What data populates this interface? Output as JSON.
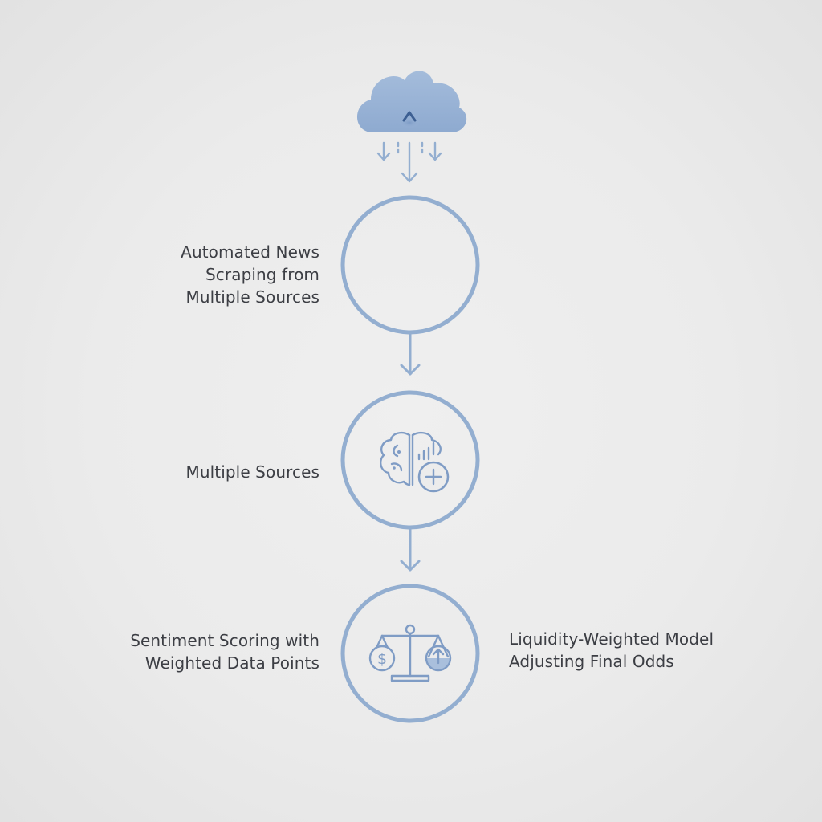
{
  "diagram": {
    "colors": {
      "background": "#ebebeb",
      "accent": "#93aed0",
      "accent_dark": "#5a7aa8",
      "text": "#3c3e44"
    },
    "nodes": [
      {
        "id": "cloud-source",
        "icon": "cloud-upload-icon"
      },
      {
        "id": "step-1",
        "icon": "",
        "label": "Automated News\nScraping from\nMultiple Sources"
      },
      {
        "id": "step-2",
        "icon": "brain-chart-plus-icon",
        "label": "Multiple Sources"
      },
      {
        "id": "step-3",
        "icon": "balance-scale-icon",
        "label": "Sentiment Scoring with\nWeighted Data Points",
        "label_right": "Liquidity-Weighted Model\nAdjusting Final Odds"
      }
    ]
  }
}
